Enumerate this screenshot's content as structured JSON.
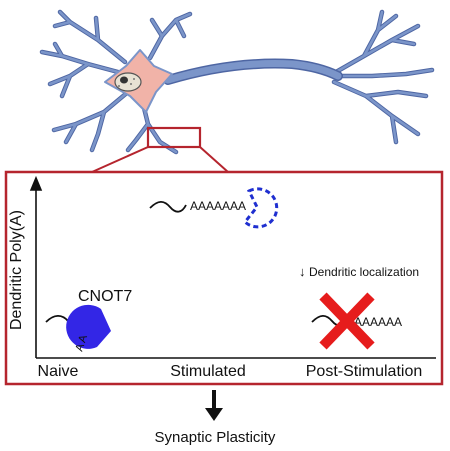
{
  "axis": {
    "y_label": "Dendritic Poly(A)"
  },
  "conditions": [
    {
      "label": "Naive"
    },
    {
      "label": "Stimulated"
    },
    {
      "label": "Post-Stimulation"
    }
  ],
  "naive": {
    "enzyme_label": "CNOT7",
    "tail_text": "AA",
    "cleaved_tail": "A A"
  },
  "stimulated": {
    "tail_text": "AAAAAAA"
  },
  "post_stimulation": {
    "note_arrow": "↓",
    "note_text": "Dendritic localization",
    "tail_text": "AAAAAA"
  },
  "outcome": {
    "label": "Synaptic Plasticity"
  },
  "colors": {
    "frame": "#b5252e",
    "dendrite": "#7b95c9",
    "dendrite_edge": "#4e66a3",
    "soma": "#f1b3a8",
    "enzyme": "#3326e6",
    "x_mark": "#e61c1c"
  }
}
